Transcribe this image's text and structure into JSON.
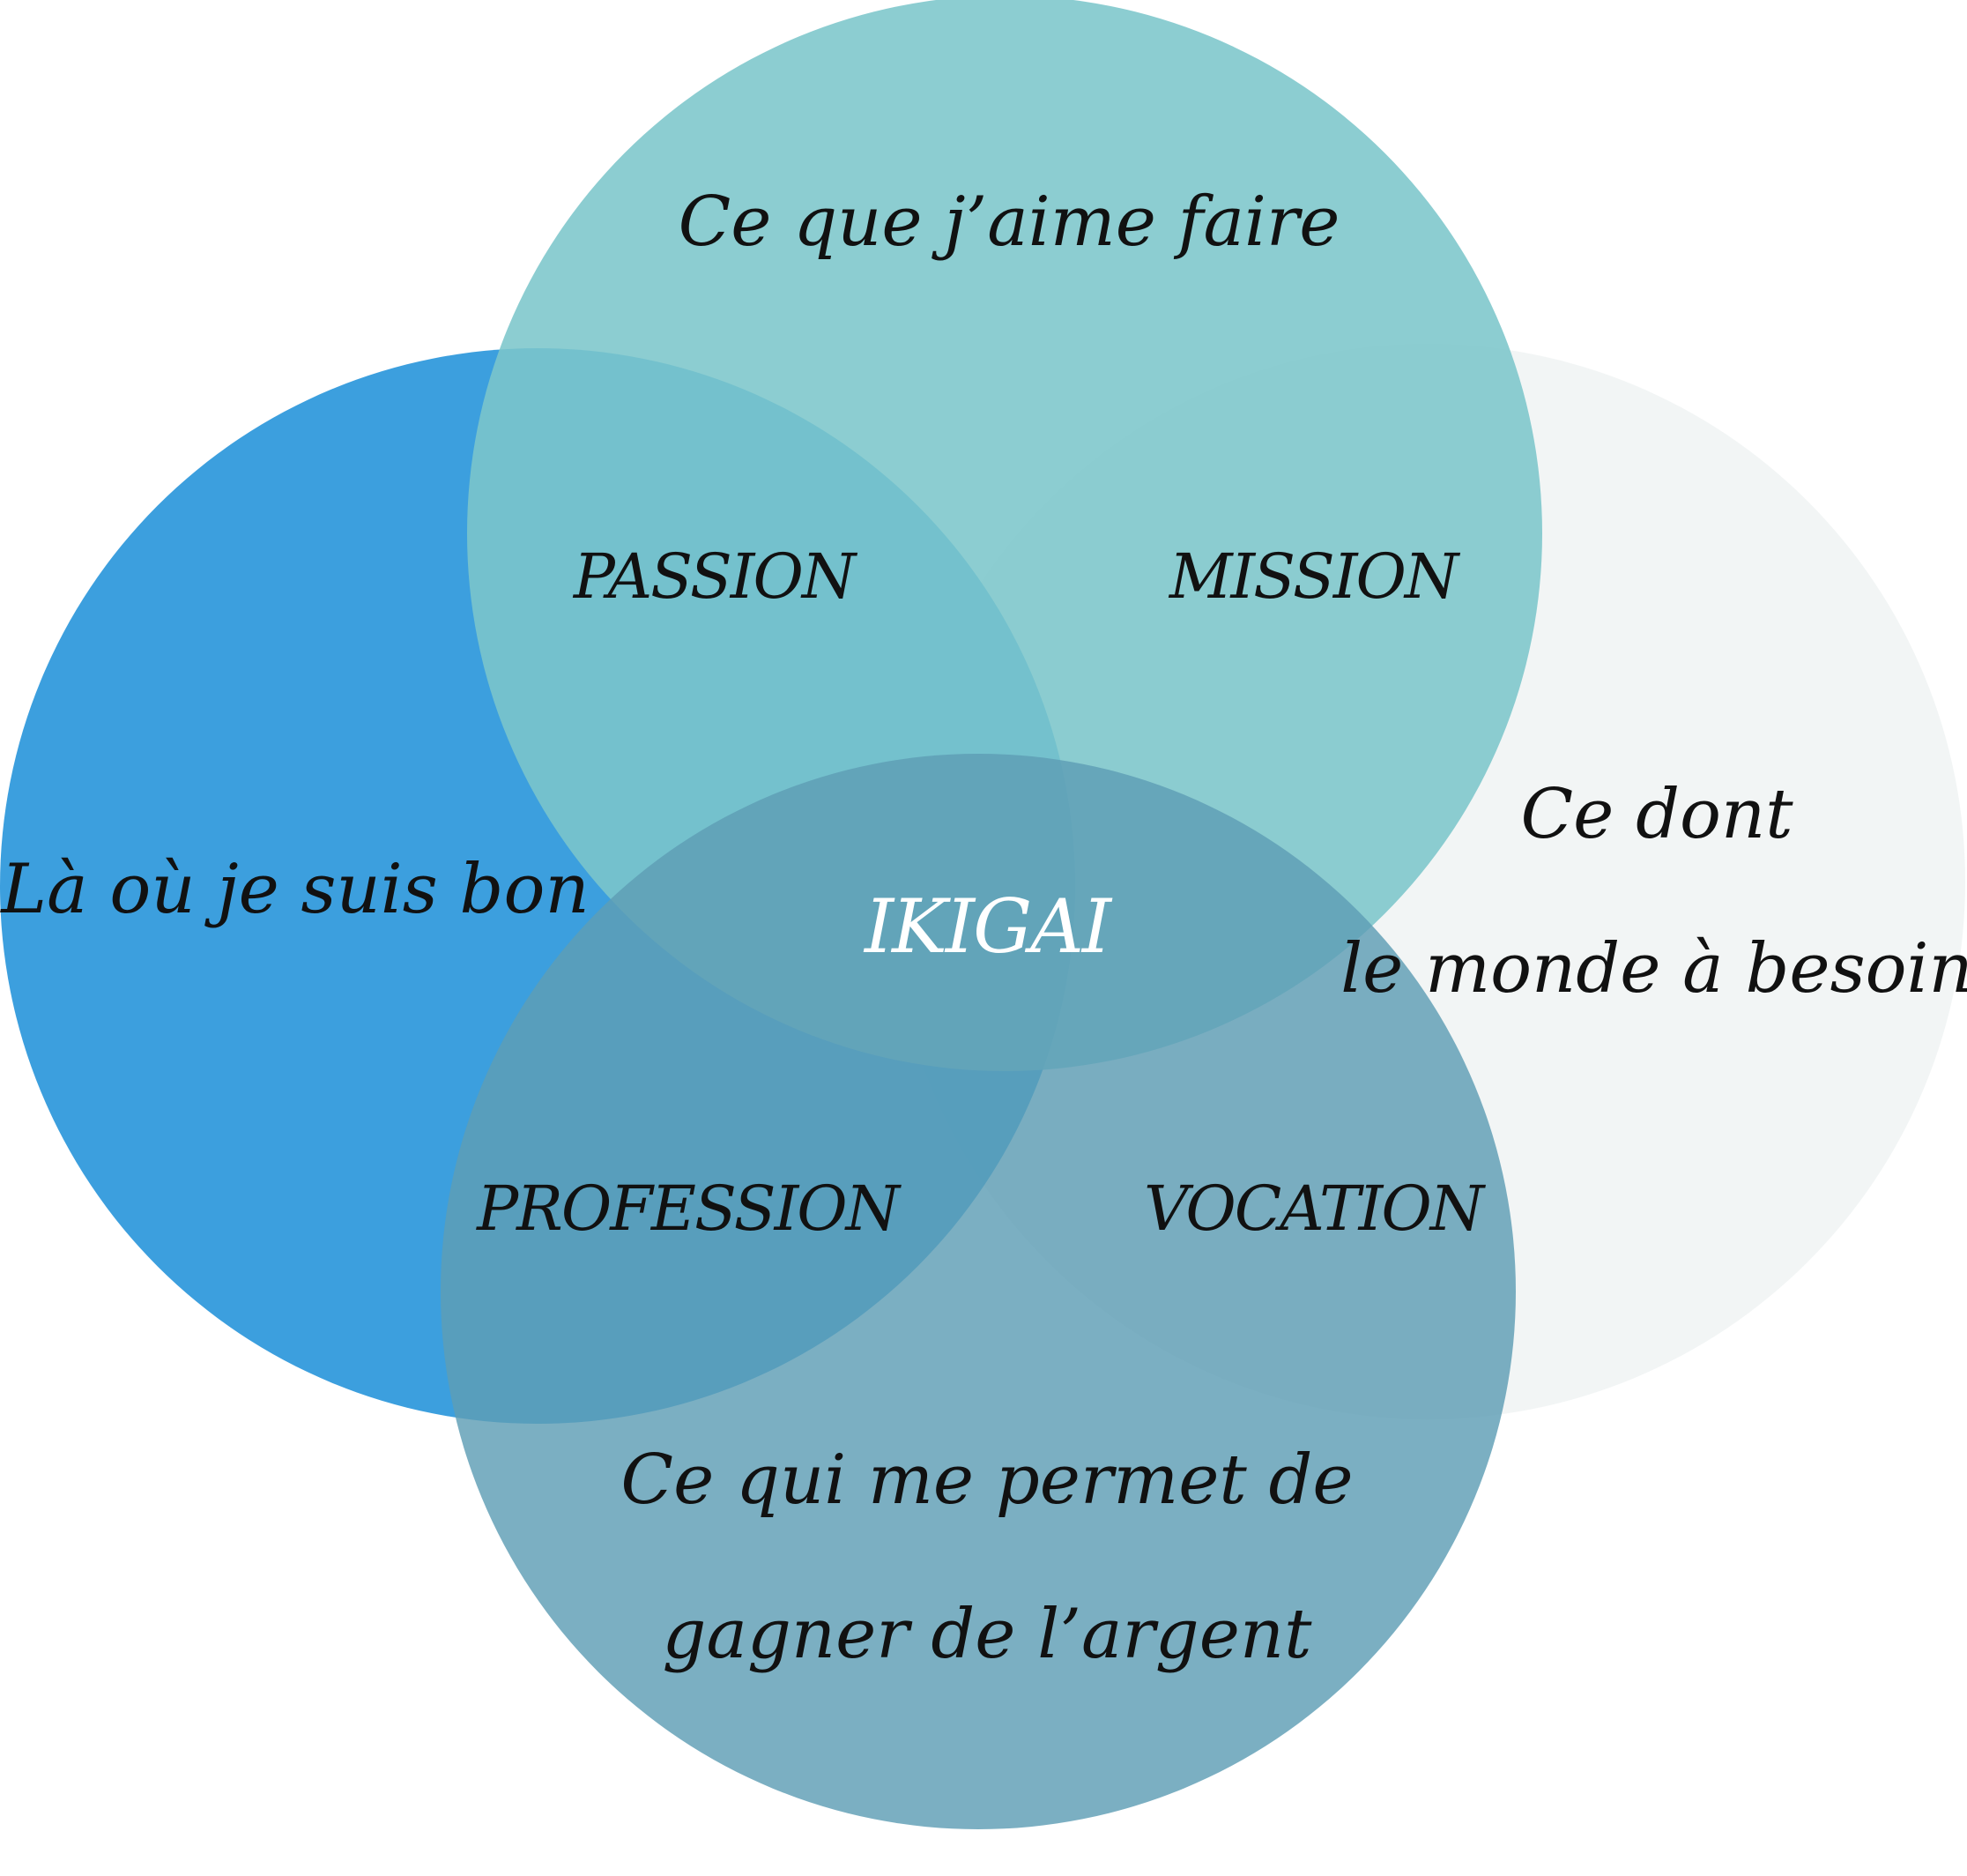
{
  "center_label": "IKIGAI",
  "circles": {
    "love": {
      "label": "Ce que j’aime faire",
      "color": "#7cc6cb"
    },
    "good_at": {
      "label": "Là où je suis bon",
      "color": "#2b97db"
    },
    "world_needs": {
      "label_line1": "Ce dont",
      "label_line2": "le monde à besoin",
      "color": "#eef2f1"
    },
    "paid_for": {
      "label_line1": "Ce qui me permet de",
      "label_line2": "gagner de l’argent",
      "color": "#5e9db5"
    }
  },
  "intersections": {
    "passion": "PASSION",
    "mission": "MISSION",
    "profession": "PROFESSION",
    "vocation": "VOCATION"
  }
}
